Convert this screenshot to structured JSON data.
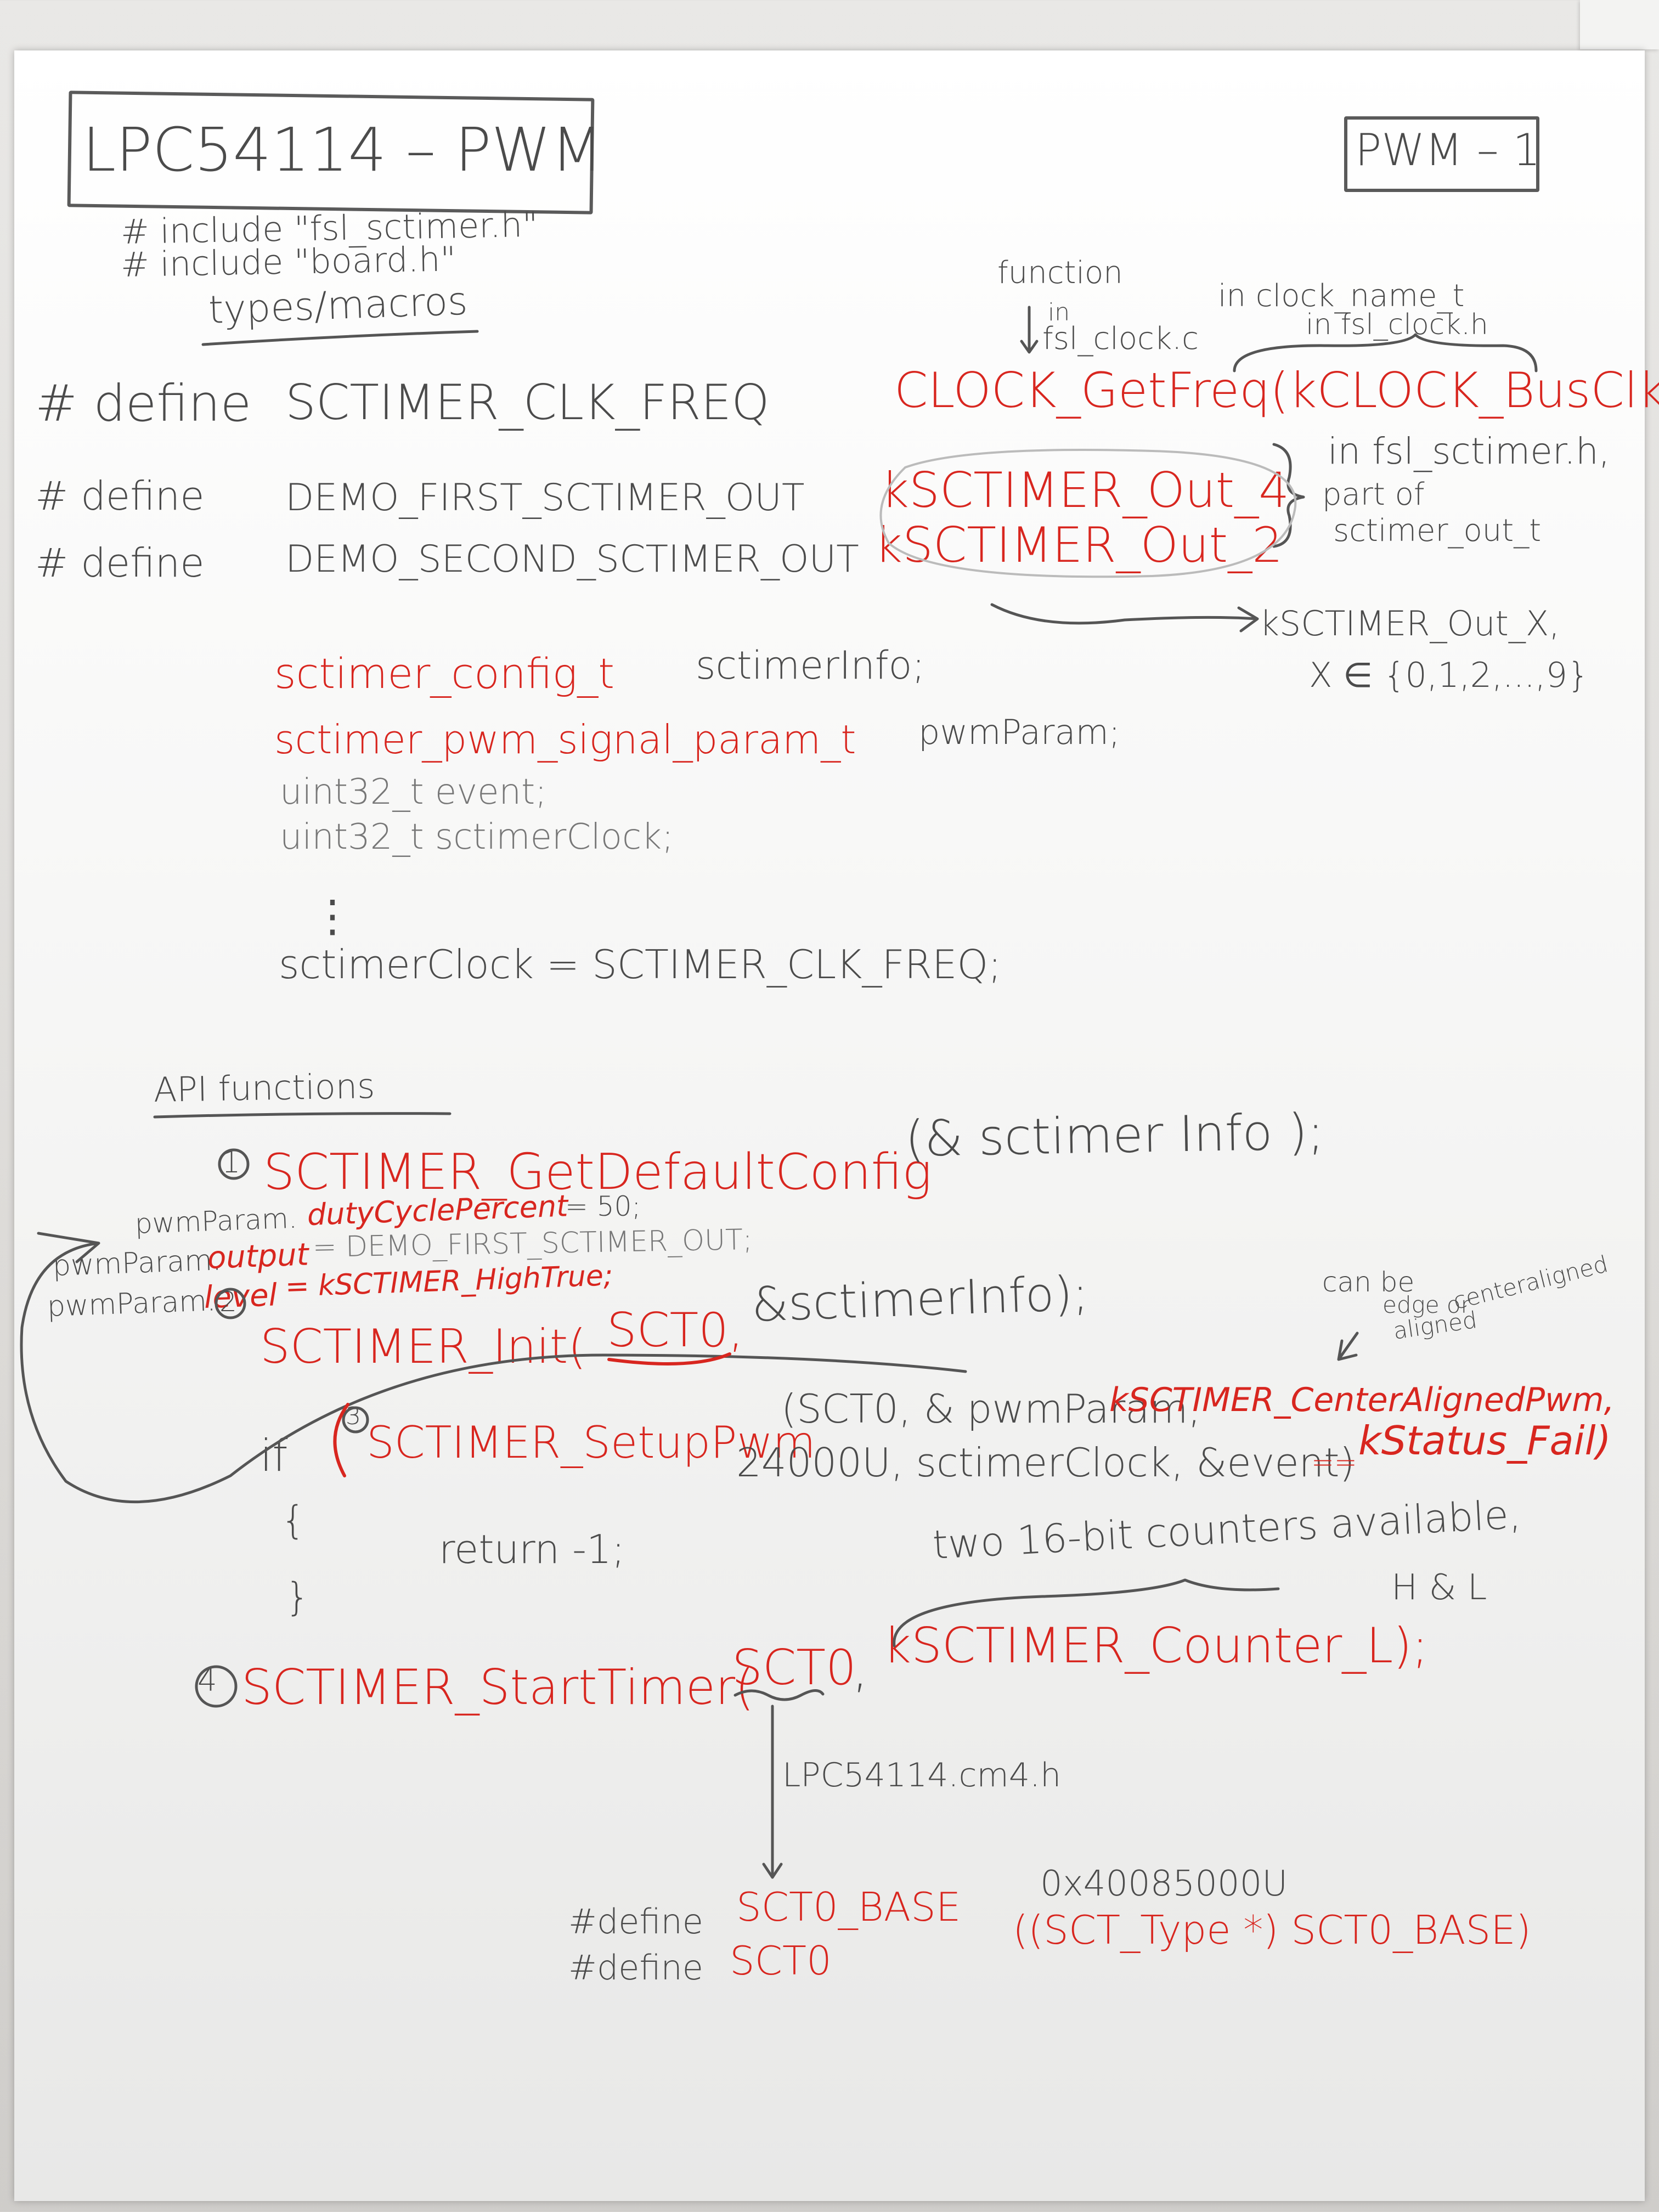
{
  "title": "LPC54114 – PWM",
  "page_tag": "PWM – 1",
  "includes": [
    "# include \"fsl_sctimer.h\"",
    "# include \"board.h\""
  ],
  "types_heading": "types/macros",
  "define_kw": "# define",
  "defines": [
    {
      "name": "SCTIMER_CLK_FREQ",
      "value": "CLOCK_GetFreq(kCLOCK_BusClk)"
    },
    {
      "name": "DEMO_FIRST_SCTIMER_OUT",
      "value": "kSCTIMER_Out_4"
    },
    {
      "name": "DEMO_SECOND_SCTIMER_OUT",
      "value": "kSCTIMER_Out_2"
    }
  ],
  "notes": {
    "function_in": "function",
    "function_in2": "in",
    "function_file": "fsl_clock.c",
    "clock_name": "in clock_name_t",
    "clock_file": "in fsl_clock.h",
    "sct_header1": "in fsl_sctimer.h,",
    "sct_header2": "part of",
    "sct_header3": "sctimer_out_t",
    "out_range1": "kSCTIMER_Out_X,",
    "out_range2": "X ∈ {0,1,2,...,9}"
  },
  "decls": [
    {
      "type": "sctimer_config_t",
      "var": "sctimerInfo;"
    },
    {
      "type": "sctimer_pwm_signal_param_t",
      "var": "pwmParam;"
    }
  ],
  "decls_plain": [
    "uint32_t  event;",
    "uint32_t  sctimerClock;"
  ],
  "ellipsis": "⋮",
  "assign": "sctimerClock =  SCTIMER_CLK_FREQ;",
  "api_heading": "API functions",
  "step1": {
    "num": "1",
    "func": "SCTIMER_GetDefaultConfig",
    "args": "(& sctimer Info  );"
  },
  "pwm_params": [
    {
      "lhs": "pwmParam.",
      "field": "dutyCyclePercent",
      "rhs": "= 50;"
    },
    {
      "lhs": "pwmParam.",
      "field": "output",
      "rhs": "= DEMO_FIRST_SCTIMER_OUT;"
    },
    {
      "lhs": "pwmParam.",
      "field": "level",
      "rhs": "= kSCTIMER_HighTrue;"
    }
  ],
  "step2": {
    "num": "2",
    "func": "SCTIMER_Init(",
    "arg1": "SCT0,",
    "arg2": "&sctimerInfo);"
  },
  "edge_note": [
    "can be",
    "edge or",
    "aligned",
    "centeraligned"
  ],
  "step3": {
    "num": "3",
    "if": "if",
    "func": "SCTIMER_SetupPwm",
    "args": "(SCT0, & pwmParam,",
    "mode": "kSCTIMER_CenterAlignedPwm,",
    "line2": "24000U, sctimerClock, &event)",
    "cmp": "==",
    "status": "kStatus_Fail)"
  },
  "brace_open": "{",
  "brace_close": "}",
  "return_stmt": "return -1;",
  "counter_note": "two 16-bit counters available,",
  "counter_hl": "H & L",
  "step4": {
    "num": "4",
    "func": "SCTIMER_StartTimer(",
    "arg1": "SCT0",
    "sep": ",",
    "arg2": "kSCTIMER_Counter_L);"
  },
  "header_file": "LPC54114.cm4.h",
  "final_defines": [
    {
      "kw": "#define",
      "name": "SCT0_BASE",
      "value": "0x40085000U"
    },
    {
      "kw": "#define",
      "name": "SCT0",
      "value": "((SCT_Type *) SCT0_BASE)"
    }
  ]
}
